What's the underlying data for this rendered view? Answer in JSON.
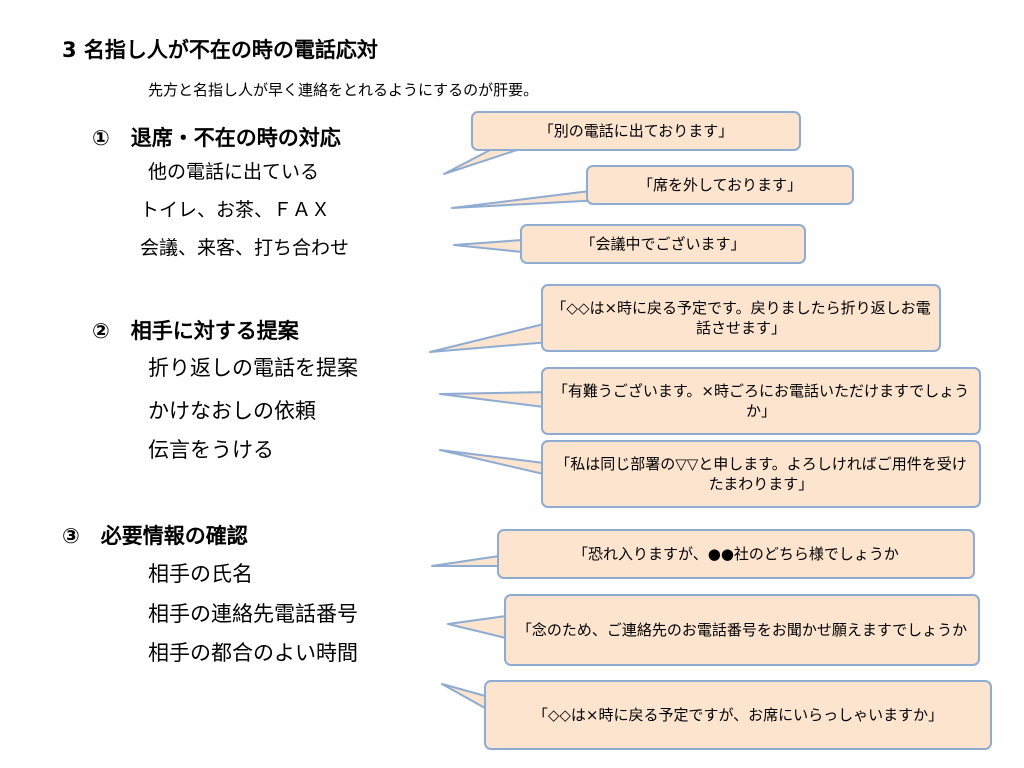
{
  "title": "3 名指し人が不在の時の電話応対",
  "intro": "先方と名指し人が早く連絡をとれるようにするのが肝要。",
  "sections": [
    {
      "heading": "①　退席・不在の時の対応",
      "items": [
        "他の電話に出ている",
        "トイレ、お茶、ＦＡＸ",
        "会議、来客、打ち合わせ"
      ]
    },
    {
      "heading": "②　相手に対する提案",
      "items": [
        "折り返しの電話を提案",
        "かけなおしの依頼",
        "伝言をうける"
      ]
    },
    {
      "heading": "③　必要情報の確認",
      "items": [
        "相手の氏名",
        "相手の連絡先電話番号",
        "相手の都合のよい時間"
      ]
    }
  ],
  "callouts": [
    "「別の電話に出ております」",
    "「席を外しております」",
    "「会議中でございます」",
    "「◇◇は×時に戻る予定です。戻りましたら折り返しお電話させます」",
    "「有難うございます。×時ごろにお電話いただけますでしょうか」",
    "「私は同じ部署の▽▽と申します。よろしければご用件を受けたまわります」",
    "「恐れ入りますが、●●社のどちら様でしょうか",
    "「念のため、ご連絡先のお電話番号をお聞かせ願えますでしょうか",
    "「◇◇は×時に戻る予定ですが、お席にいらっしゃいますか」"
  ]
}
